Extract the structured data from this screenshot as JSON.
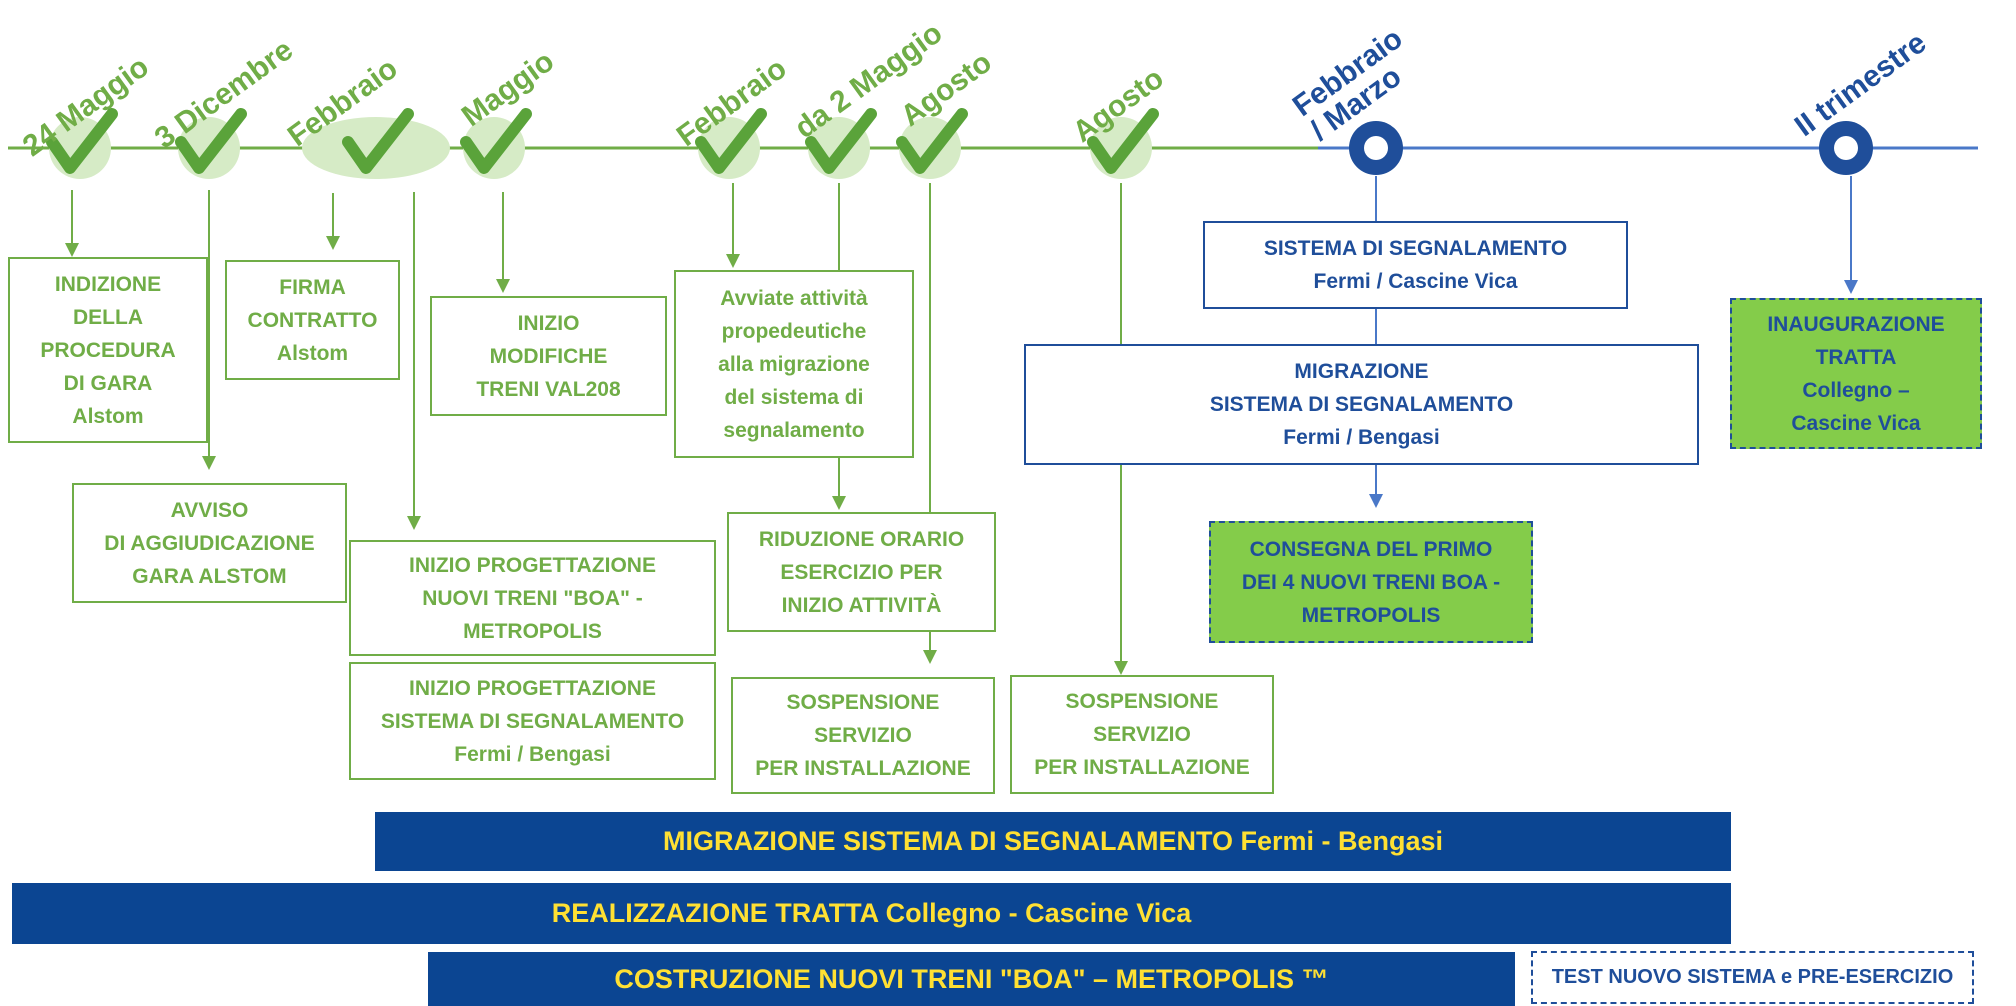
{
  "milestones_done": [
    {
      "id": "m1",
      "label": [
        "24 Maggio"
      ]
    },
    {
      "id": "m2",
      "label": [
        "3 Dicembre"
      ]
    },
    {
      "id": "m3",
      "label": [
        "Febbraio"
      ]
    },
    {
      "id": "m4",
      "label": [
        "Maggio"
      ]
    },
    {
      "id": "m5",
      "label": [
        "Febbraio"
      ]
    },
    {
      "id": "m6",
      "label": [
        "da 2 Maggio"
      ]
    },
    {
      "id": "m7",
      "label": [
        "Agosto"
      ]
    },
    {
      "id": "m8",
      "label": [
        "Agosto"
      ]
    }
  ],
  "milestones_future": [
    {
      "id": "f1",
      "label": [
        "Febbraio",
        "/ Marzo"
      ]
    },
    {
      "id": "f2",
      "label": [
        "II trimestre"
      ]
    }
  ],
  "boxes": [
    {
      "id": "indizione",
      "lines": [
        "INDIZIONE",
        "DELLA",
        "PROCEDURA",
        "DI GARA",
        "Alstom"
      ]
    },
    {
      "id": "avviso",
      "lines": [
        "AVVISO",
        "DI AGGIUDICAZIONE",
        "GARA ALSTOM"
      ]
    },
    {
      "id": "firma",
      "lines": [
        "FIRMA",
        "CONTRATTO",
        "Alstom"
      ]
    },
    {
      "id": "inizio-modifiche",
      "lines": [
        "INIZIO",
        "MODIFICHE",
        "TRENI VAL208"
      ]
    },
    {
      "id": "inizio-prog-treni",
      "lines": [
        "INIZIO PROGETTAZIONE",
        "NUOVI TRENI \"BOA\" -",
        "METROPOLIS"
      ]
    },
    {
      "id": "inizio-prog-sistema",
      "lines": [
        "INIZIO PROGETTAZIONE",
        "SISTEMA DI SEGNALAMENTO",
        "Fermi / Bengasi"
      ]
    },
    {
      "id": "avviate",
      "lines": [
        "Avviate attività",
        "propedeutiche",
        "alla migrazione",
        "del sistema di",
        "segnalamento"
      ]
    },
    {
      "id": "riduzione",
      "lines": [
        "RIDUZIONE ORARIO",
        "ESERCIZIO PER",
        "INIZIO ATTIVITÀ"
      ]
    },
    {
      "id": "sospensione-1",
      "lines": [
        "SOSPENSIONE",
        "SERVIZIO",
        "PER INSTALLAZIONE"
      ]
    },
    {
      "id": "sospensione-2",
      "lines": [
        "SOSPENSIONE",
        "SERVIZIO",
        "PER INSTALLAZIONE"
      ]
    },
    {
      "id": "sistema-segn",
      "lines": [
        "SISTEMA DI SEGNALAMENTO",
        "Fermi / Cascine Vica"
      ]
    },
    {
      "id": "migrazione",
      "lines": [
        "MIGRAZIONE",
        "SISTEMA DI SEGNALAMENTO",
        "Fermi / Bengasi"
      ]
    },
    {
      "id": "consegna",
      "lines": [
        "CONSEGNA DEL PRIMO",
        "DEI 4 NUOVI TRENI BOA -",
        "METROPOLIS"
      ]
    },
    {
      "id": "inaugurazione",
      "lines": [
        "INAUGURAZIONE",
        "TRATTA",
        "Collegno –",
        "Cascine Vica"
      ]
    },
    {
      "id": "test",
      "lines": [
        "TEST NUOVO SISTEMA e PRE-ESERCIZIO"
      ]
    }
  ],
  "bars": [
    {
      "id": "bar-migrazione",
      "text": "MIGRAZIONE SISTEMA DI SEGNALAMENTO Fermi - Bengasi"
    },
    {
      "id": "bar-realizzazione",
      "text": "REALIZZAZIONE TRATTA Collegno - Cascine Vica"
    },
    {
      "id": "bar-costruzione",
      "text": "COSTRUZIONE NUOVI TRENI \"BOA\" – METROPOLIS ™"
    }
  ],
  "colors": {
    "done_green": "#70ad47",
    "done_halo": "#d6ebc6",
    "future_blue": "#1f4e9a",
    "timeline_blue": "#4a78c8",
    "bar_blue": "#0b4592",
    "bar_text": "#ffe033",
    "highlight_fill": "#84cc4a"
  }
}
